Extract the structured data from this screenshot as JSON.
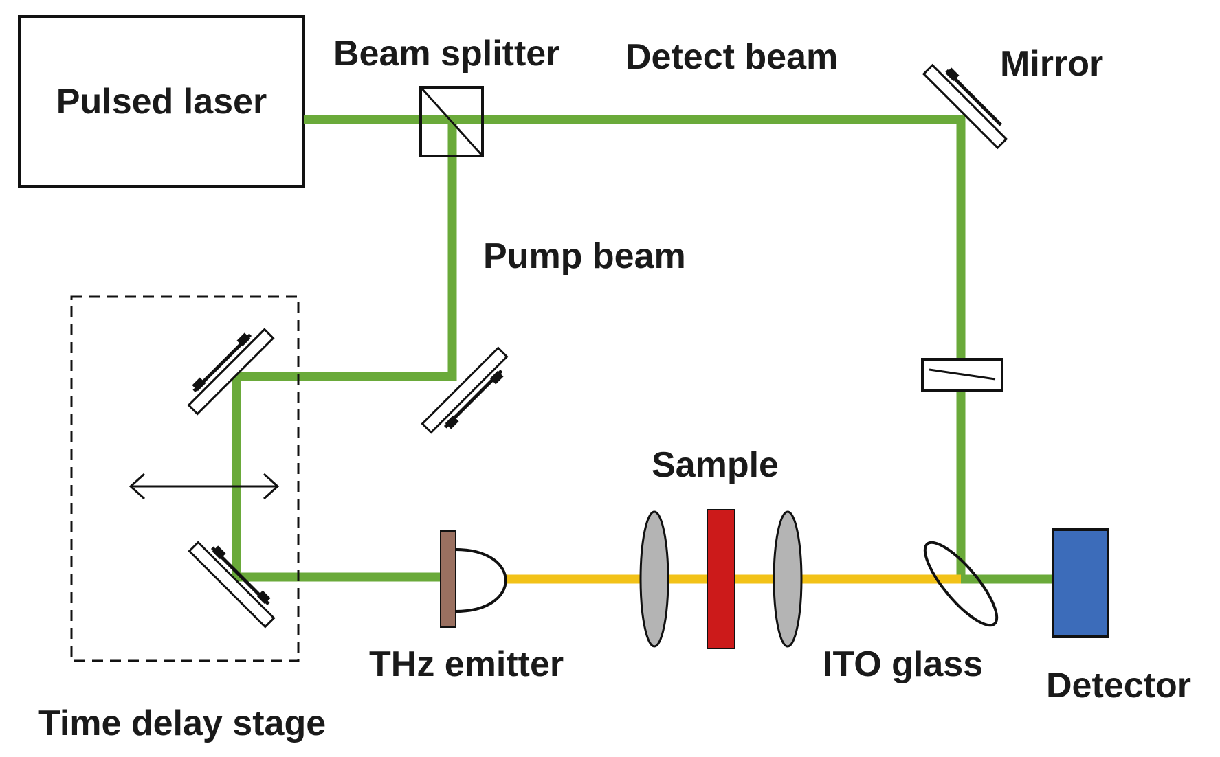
{
  "labels": {
    "pulsed_laser": "Pulsed laser",
    "beam_splitter": "Beam splitter",
    "detect_beam": "Detect beam",
    "mirror": "Mirror",
    "pump_beam": "Pump beam",
    "sample": "Sample",
    "thz_emitter": "THz emitter",
    "ito_glass": "ITO glass",
    "detector": "Detector",
    "time_delay_stage": "Time delay stage"
  },
  "colors": {
    "laser_beam": "#6aaa3a",
    "thz_beam": "#f2c218",
    "sample": "#cc1a1a",
    "detector": "#3c6cba",
    "lens": "#b4b4b4",
    "emitter_plate": "#9a7060",
    "outline": "#111111"
  }
}
